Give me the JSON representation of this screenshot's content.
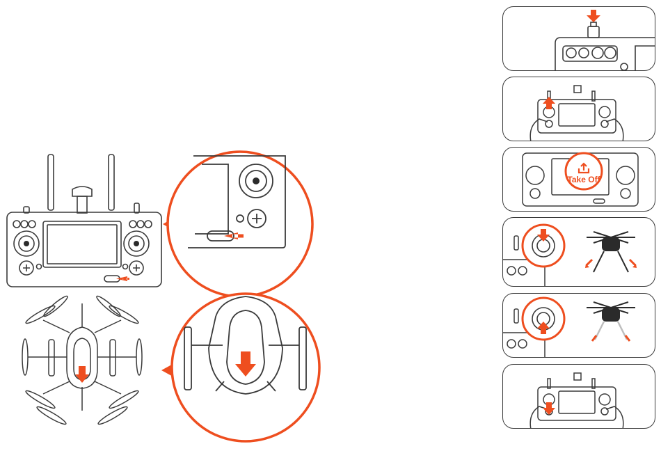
{
  "colors": {
    "accent": "#EE4E1F",
    "line": "#3a3a3a",
    "fill_dark": "#2b2b2b",
    "fill_gray": "#bdbdbd",
    "background": "#ffffff"
  },
  "steps": [
    {
      "id": "power-button-step",
      "icon": "arrow-down-icon"
    },
    {
      "id": "left-stick-up-step",
      "icon": "arrow-up-icon"
    },
    {
      "id": "take-off-step",
      "label": "Take Off",
      "icon": "take-off-icon"
    },
    {
      "id": "right-stick-down-ascend-step",
      "icon": "arrow-down-icon"
    },
    {
      "id": "right-stick-up-descend-step",
      "icon": "arrow-up-icon"
    },
    {
      "id": "left-stick-down-step",
      "icon": "arrow-down-icon"
    }
  ],
  "callouts": [
    {
      "id": "controller-power-switch",
      "icon": "arrow-left-icon"
    },
    {
      "id": "drone-battery-button",
      "icon": "arrow-down-icon"
    }
  ]
}
